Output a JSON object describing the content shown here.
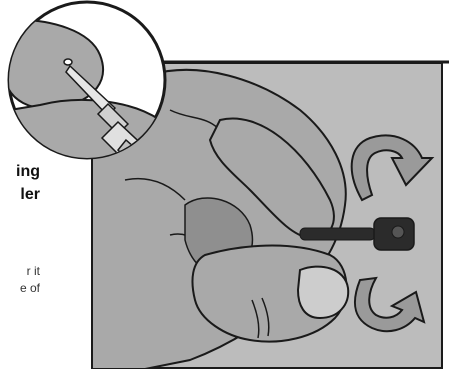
{
  "heading_fragment": [
    "ing",
    "ler"
  ],
  "body_fragment": [
    "r it",
    "e of"
  ],
  "colors": {
    "panel_background": "#bcbcbc",
    "skin_fill": "#a9a9a9",
    "skin_shadow": "#8f8f8f",
    "outline": "#1a1a1a",
    "nail": "#cdcdcd",
    "arrow_fill": "#9a9a9a",
    "tool": "#2b2b2b"
  },
  "icons": [
    "rotation-arrow-icon",
    "magnifier-callout-icon"
  ]
}
